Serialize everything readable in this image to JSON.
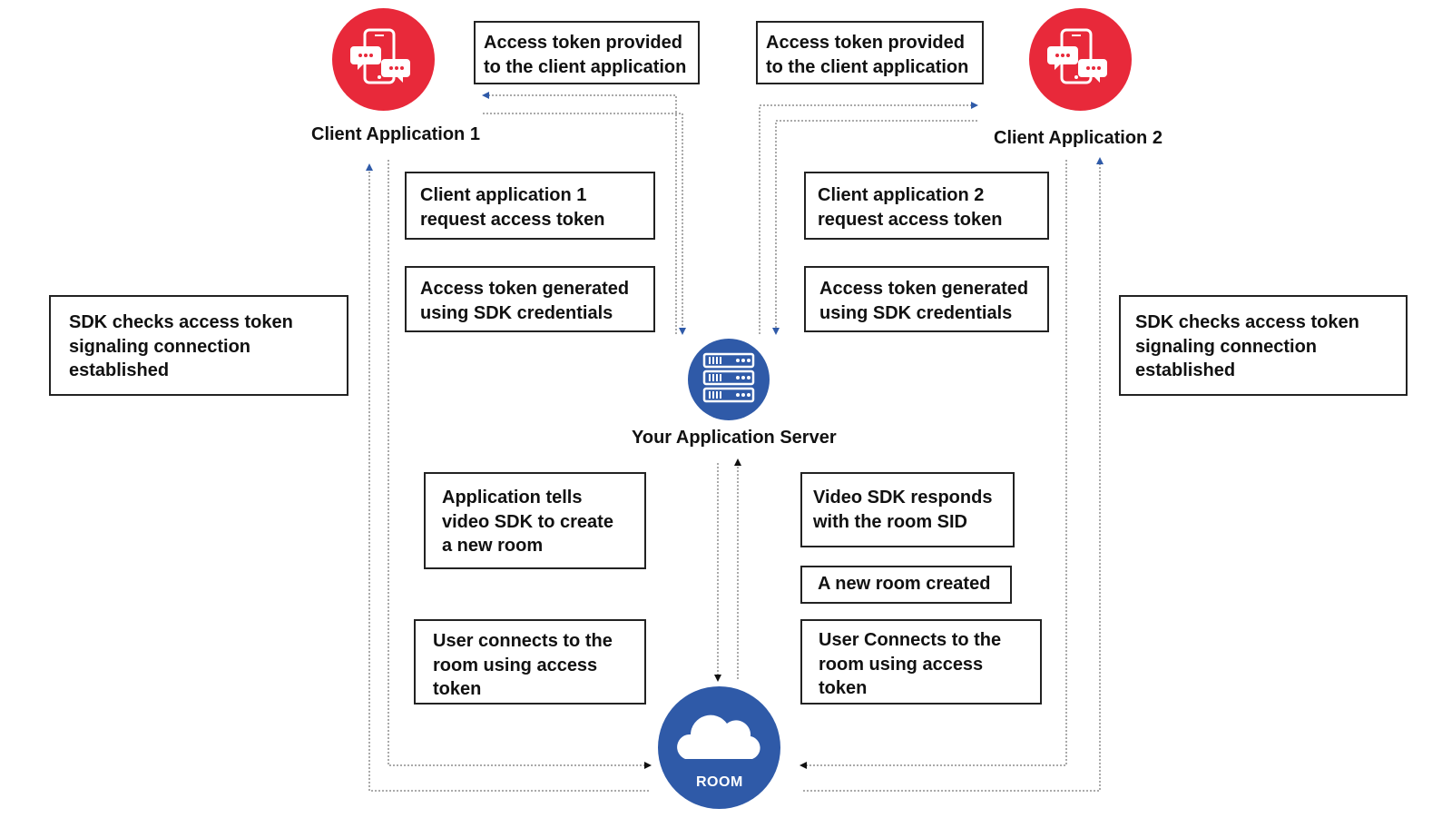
{
  "colors": {
    "accent_red": "#e8293a",
    "accent_blue": "#2f5aa8",
    "line": "#555555",
    "arrow": "#2f5aa8"
  },
  "nodes": {
    "client_1": {
      "label": "Client Application 1",
      "icon": "phone-chat-icon"
    },
    "client_2": {
      "label": "Client Application 2",
      "icon": "phone-chat-icon"
    },
    "server": {
      "label": "Your Application Server",
      "icon": "server-rack-icon"
    },
    "room": {
      "label": "ROOM",
      "icon": "cloud-icon"
    }
  },
  "steps": {
    "token_provided_1": [
      "Access token provided",
      "to the client application"
    ],
    "token_provided_2": [
      "Access token provided",
      "to the client application"
    ],
    "request_token_1": [
      "Client application 1",
      "request access token"
    ],
    "request_token_2": [
      "Client application 2",
      "request access token"
    ],
    "token_generated_1": [
      "Access token generated",
      "using SDK credentials"
    ],
    "token_generated_2": [
      "Access token generated",
      "using SDK credentials"
    ],
    "sdk_checks_1": [
      "SDK checks access token",
      "signaling connection",
      "established"
    ],
    "sdk_checks_2": [
      "SDK checks access token",
      "signaling connection",
      "established"
    ],
    "create_room": [
      "Application tells",
      "video SDK to create",
      "a new room"
    ],
    "responds_sid": [
      "Video SDK responds",
      "with the room SID"
    ],
    "room_created": [
      "A new room created"
    ],
    "connect_1": [
      "User connects to the",
      "room using access",
      "token"
    ],
    "connect_2": [
      "User Connects to the",
      "room using access",
      "token"
    ]
  }
}
